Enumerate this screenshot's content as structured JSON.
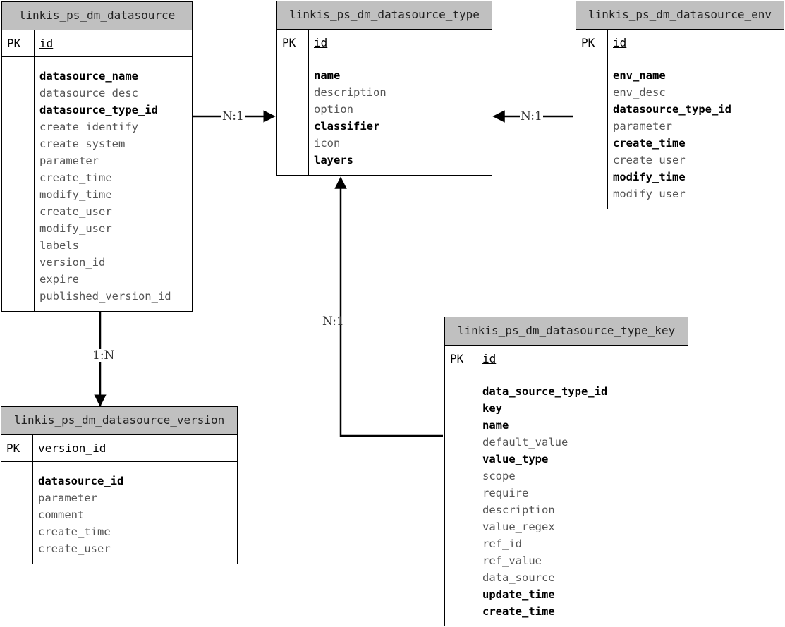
{
  "entities": {
    "datasource": {
      "title": "linkis_ps_dm_datasource",
      "pk_label": "PK",
      "pk_field": "id",
      "fields": [
        {
          "name": "datasource_name",
          "bold": true
        },
        {
          "name": "datasource_desc",
          "bold": false
        },
        {
          "name": "datasource_type_id",
          "bold": true
        },
        {
          "name": "create_identify",
          "bold": false
        },
        {
          "name": "create_system",
          "bold": false
        },
        {
          "name": "parameter",
          "bold": false
        },
        {
          "name": "create_time",
          "bold": false
        },
        {
          "name": "modify_time",
          "bold": false
        },
        {
          "name": "create_user",
          "bold": false
        },
        {
          "name": "modify_user",
          "bold": false
        },
        {
          "name": "labels",
          "bold": false
        },
        {
          "name": "version_id",
          "bold": false
        },
        {
          "name": "expire",
          "bold": false
        },
        {
          "name": "published_version_id",
          "bold": false
        }
      ]
    },
    "datasource_type": {
      "title": "linkis_ps_dm_datasource_type",
      "pk_label": "PK",
      "pk_field": "id",
      "fields": [
        {
          "name": "name",
          "bold": true
        },
        {
          "name": "description",
          "bold": false
        },
        {
          "name": "option",
          "bold": false
        },
        {
          "name": "classifier",
          "bold": true
        },
        {
          "name": "icon",
          "bold": false
        },
        {
          "name": "layers",
          "bold": true
        }
      ]
    },
    "datasource_env": {
      "title": "linkis_ps_dm_datasource_env",
      "pk_label": "PK",
      "pk_field": "id",
      "fields": [
        {
          "name": "env_name",
          "bold": true
        },
        {
          "name": "env_desc",
          "bold": false
        },
        {
          "name": "datasource_type_id",
          "bold": true
        },
        {
          "name": "parameter",
          "bold": false
        },
        {
          "name": "create_time",
          "bold": true
        },
        {
          "name": "create_user",
          "bold": false
        },
        {
          "name": "modify_time",
          "bold": true
        },
        {
          "name": "modify_user",
          "bold": false
        }
      ]
    },
    "datasource_version": {
      "title": "linkis_ps_dm_datasource_version",
      "pk_label": "PK",
      "pk_field": "version_id",
      "fields": [
        {
          "name": "datasource_id",
          "bold": true
        },
        {
          "name": "parameter",
          "bold": false
        },
        {
          "name": "comment",
          "bold": false
        },
        {
          "name": "create_time",
          "bold": false
        },
        {
          "name": "create_user",
          "bold": false
        }
      ]
    },
    "datasource_type_key": {
      "title": "linkis_ps_dm_datasource_type_key",
      "pk_label": "PK",
      "pk_field": "id",
      "fields": [
        {
          "name": "data_source_type_id",
          "bold": true
        },
        {
          "name": "key",
          "bold": true
        },
        {
          "name": "name",
          "bold": true
        },
        {
          "name": "default_value",
          "bold": false
        },
        {
          "name": "value_type",
          "bold": true
        },
        {
          "name": "scope",
          "bold": false
        },
        {
          "name": "require",
          "bold": false
        },
        {
          "name": "description",
          "bold": false
        },
        {
          "name": "value_regex",
          "bold": false
        },
        {
          "name": "ref_id",
          "bold": false
        },
        {
          "name": "ref_value",
          "bold": false
        },
        {
          "name": "data_source",
          "bold": false
        },
        {
          "name": "update_time",
          "bold": true
        },
        {
          "name": "create_time",
          "bold": true
        }
      ]
    }
  },
  "relations": {
    "datasource_to_type": {
      "label": "N:1"
    },
    "env_to_type": {
      "label": "N:1"
    },
    "typekey_to_type": {
      "label": "N:1"
    },
    "datasource_to_version": {
      "label": "1:N"
    }
  }
}
